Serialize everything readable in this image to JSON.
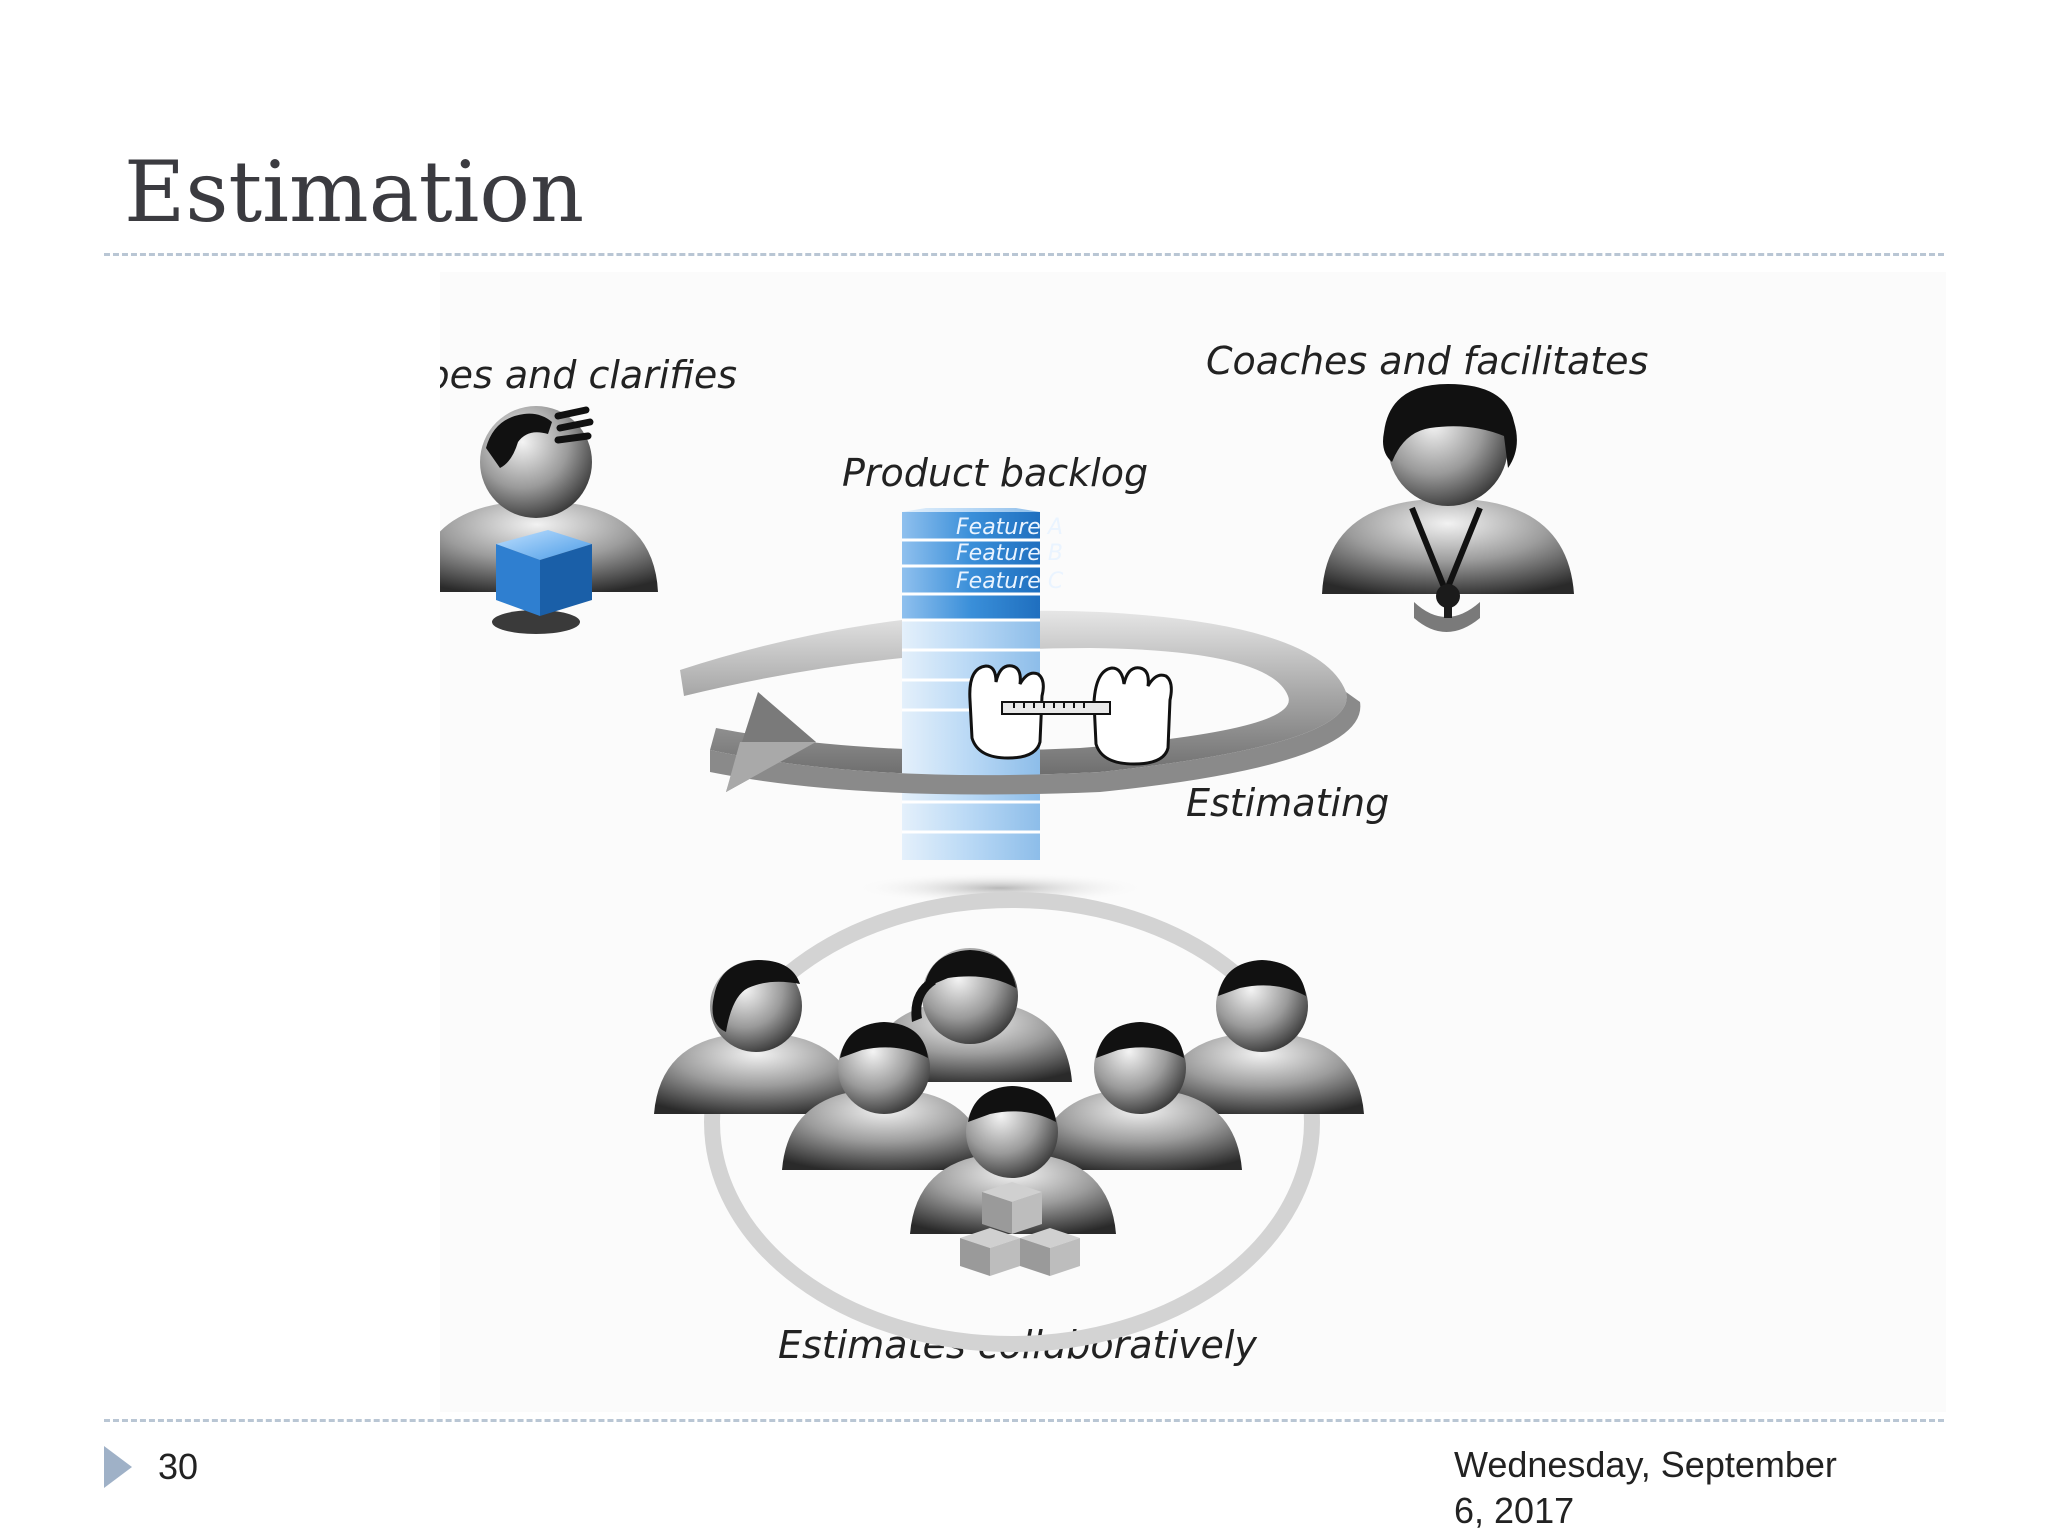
{
  "slide": {
    "title": "Estimation",
    "number": "30",
    "date": "Wednesday, September 6, 2017"
  },
  "diagram": {
    "product_owner_label": "Describes and clarifies",
    "scrum_master_label": "Coaches and facilitates",
    "backlog_label": "Product backlog",
    "features": [
      "Feature A",
      "Feature B",
      "Feature C"
    ],
    "cycle_label": "Estimating",
    "team_label": "Estimates collaboratively"
  },
  "colors": {
    "title": "#3b3b40",
    "rule": "#b9c6d4",
    "footer_arrow": "#9fb1c7",
    "backlog_blue": "#3a8fd9"
  }
}
